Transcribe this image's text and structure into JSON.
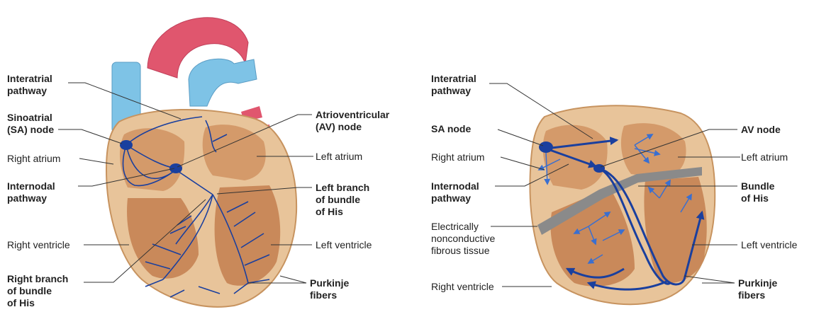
{
  "left_diagram": {
    "labels": {
      "interatrial_pathway": "Interatrial\npathway",
      "sa_node": "Sinoatrial\n(SA) node",
      "right_atrium": "Right atrium",
      "internodal_pathway": "Internodal\npathway",
      "right_ventricle": "Right ventricle",
      "right_branch": "Right branch\nof bundle\nof His",
      "av_node": "Atrioventricular\n(AV) node",
      "left_atrium": "Left atrium",
      "left_branch": "Left branch\nof bundle\nof His",
      "left_ventricle": "Left ventricle",
      "purkinje": "Purkinje\nfibers"
    }
  },
  "right_diagram": {
    "labels": {
      "interatrial_pathway": "Interatrial\npathway",
      "sa_node": "SA node",
      "right_atrium": "Right atrium",
      "internodal_pathway": "Internodal\npathway",
      "fibrous_tissue": "Electrically\nnonconductive\nfibrous tissue",
      "right_ventricle": "Right ventricle",
      "av_node": "AV node",
      "left_atrium": "Left atrium",
      "bundle_of_his": "Bundle\nof His",
      "left_ventricle": "Left ventricle",
      "purkinje": "Purkinje\nfibers"
    }
  },
  "colors": {
    "heart_outer": "#e8c49a",
    "heart_inner": "#d49a6a",
    "conduction": "#1a3f9e",
    "aorta": "#e0566e",
    "vessel_blue": "#7ec3e6",
    "fibrous": "#8a8a8a"
  }
}
